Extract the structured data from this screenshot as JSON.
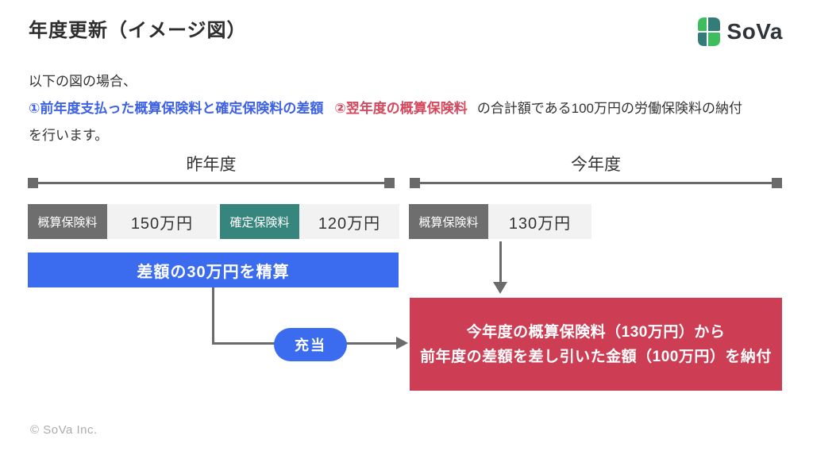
{
  "header": {
    "title": "年度更新（イメージ図）",
    "logo_text": "SoVa"
  },
  "intro": {
    "line1": "以下の図の場合、",
    "point1_blue": "①前年度支払った概算保険料と確定保険料の差額",
    "point2_red": "②翌年度の概算保険料",
    "line2_rest": "の合計額である100万円の労働保険料の納付",
    "line3": "を行います。"
  },
  "timelines": {
    "last_year": "昨年度",
    "this_year": "今年度"
  },
  "premiums": [
    {
      "label": "概算保険料",
      "value": "150万円"
    },
    {
      "label": "確定保険料",
      "value": "120万円"
    },
    {
      "label": "概算保険料",
      "value": "130万円"
    }
  ],
  "settlement": {
    "label": "差額の30万円を精算"
  },
  "allocation": {
    "label": "充当"
  },
  "payment": {
    "line1": "今年度の概算保険料（130万円）から",
    "line2": "前年度の差額を差し引いた金額（100万円）を納付"
  },
  "footer": {
    "copyright": "© SoVa Inc."
  },
  "colors": {
    "accent_blue": "#3b6bee",
    "accent_red": "#cd3e55",
    "badge_gray": "#6e6e6e",
    "badge_teal": "#36867e",
    "value_bg": "#f2f2f2",
    "line_gray": "#6a6a6a",
    "text_blue": "#3d62e6",
    "text_red": "#d4495e",
    "logo_green": "#3ebd5e",
    "logo_teal": "#337c78"
  }
}
